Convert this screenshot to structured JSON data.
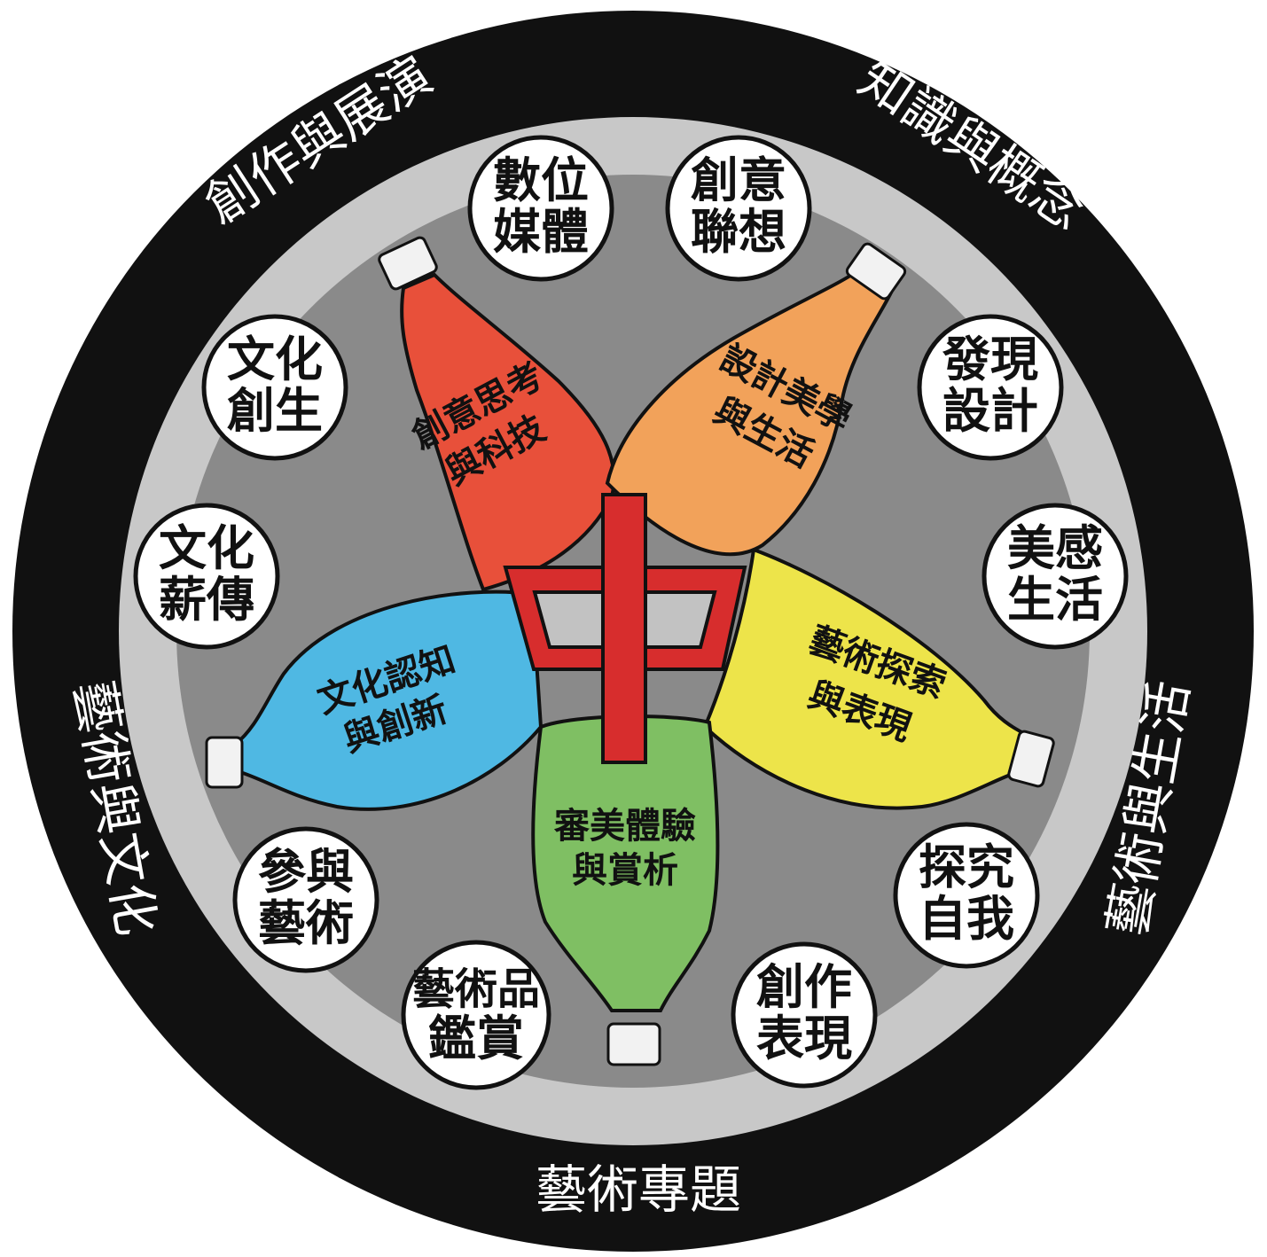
{
  "colors": {
    "outer_ring": "#111111",
    "light_ring": "#c8c8c8",
    "mid_gray": "#8a8a8a",
    "center_dark": "#2a2a2a",
    "petal_red": "#e8503a",
    "petal_orange": "#f2a25a",
    "petal_blue": "#4fb8e3",
    "petal_yellow": "#ede44a",
    "petal_green": "#7fbf63",
    "emblem_red": "#d72d2d"
  },
  "ring_labels": {
    "top_left": "創作與展演",
    "top_right": "知識與概念",
    "left": "藝術與文化",
    "right": "藝術與生活",
    "bottom": "藝術專題"
  },
  "circles": {
    "c1": {
      "line1": "數位",
      "line2": "媒體"
    },
    "c2": {
      "line1": "創意",
      "line2": "聯想"
    },
    "c3": {
      "line1": "發現",
      "line2": "設計"
    },
    "c4": {
      "line1": "美感",
      "line2": "生活"
    },
    "c5": {
      "line1": "探究",
      "line2": "自我"
    },
    "c6": {
      "line1": "創作",
      "line2": "表現"
    },
    "c7": {
      "line1": "藝術品",
      "line2": "鑑賞"
    },
    "c8": {
      "line1": "參與",
      "line2": "藝術"
    },
    "c9": {
      "line1": "文化",
      "line2": "薪傳"
    },
    "c10": {
      "line1": "文化",
      "line2": "創生"
    }
  },
  "petals": {
    "red": {
      "line1": "創意思考",
      "line2": "與科技"
    },
    "orange": {
      "line1": "設計美學",
      "line2": "與生活"
    },
    "yellow": {
      "line1": "藝術探索",
      "line2": "與表現"
    },
    "green": {
      "line1": "審美體驗",
      "line2": "與賞析"
    },
    "blue": {
      "line1": "文化認知",
      "line2": "與創新"
    }
  }
}
